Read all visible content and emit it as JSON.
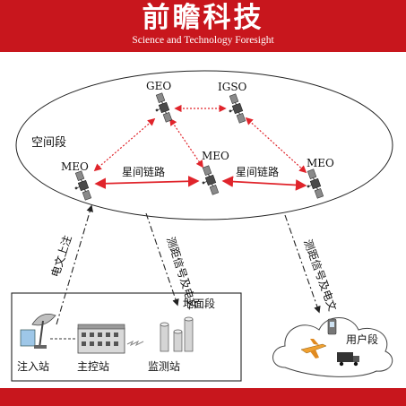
{
  "header": {
    "title": "前瞻科技",
    "subtitle": "Science and Technology Foresight"
  },
  "diagram": {
    "space_segment": "空间段",
    "ground_segment": "地面段",
    "user_segment": "用户段",
    "satellites": {
      "geo": "GEO",
      "igso": "IGSO",
      "meo_left": "MEO",
      "meo_center": "MEO",
      "meo_right": "MEO"
    },
    "links": {
      "isl_left": "星间链路",
      "isl_right": "星间链路",
      "uplink": "电文上注",
      "tracking_center": "测距信号及电文",
      "tracking_right": "测距信号及电文"
    },
    "stations": {
      "injection": "注入站",
      "master_control": "主控站",
      "monitoring": "监测站"
    },
    "colors": {
      "brand_red": "#c8161d",
      "link_red": "#e0242b",
      "satellite": "#5a5a5a"
    }
  }
}
